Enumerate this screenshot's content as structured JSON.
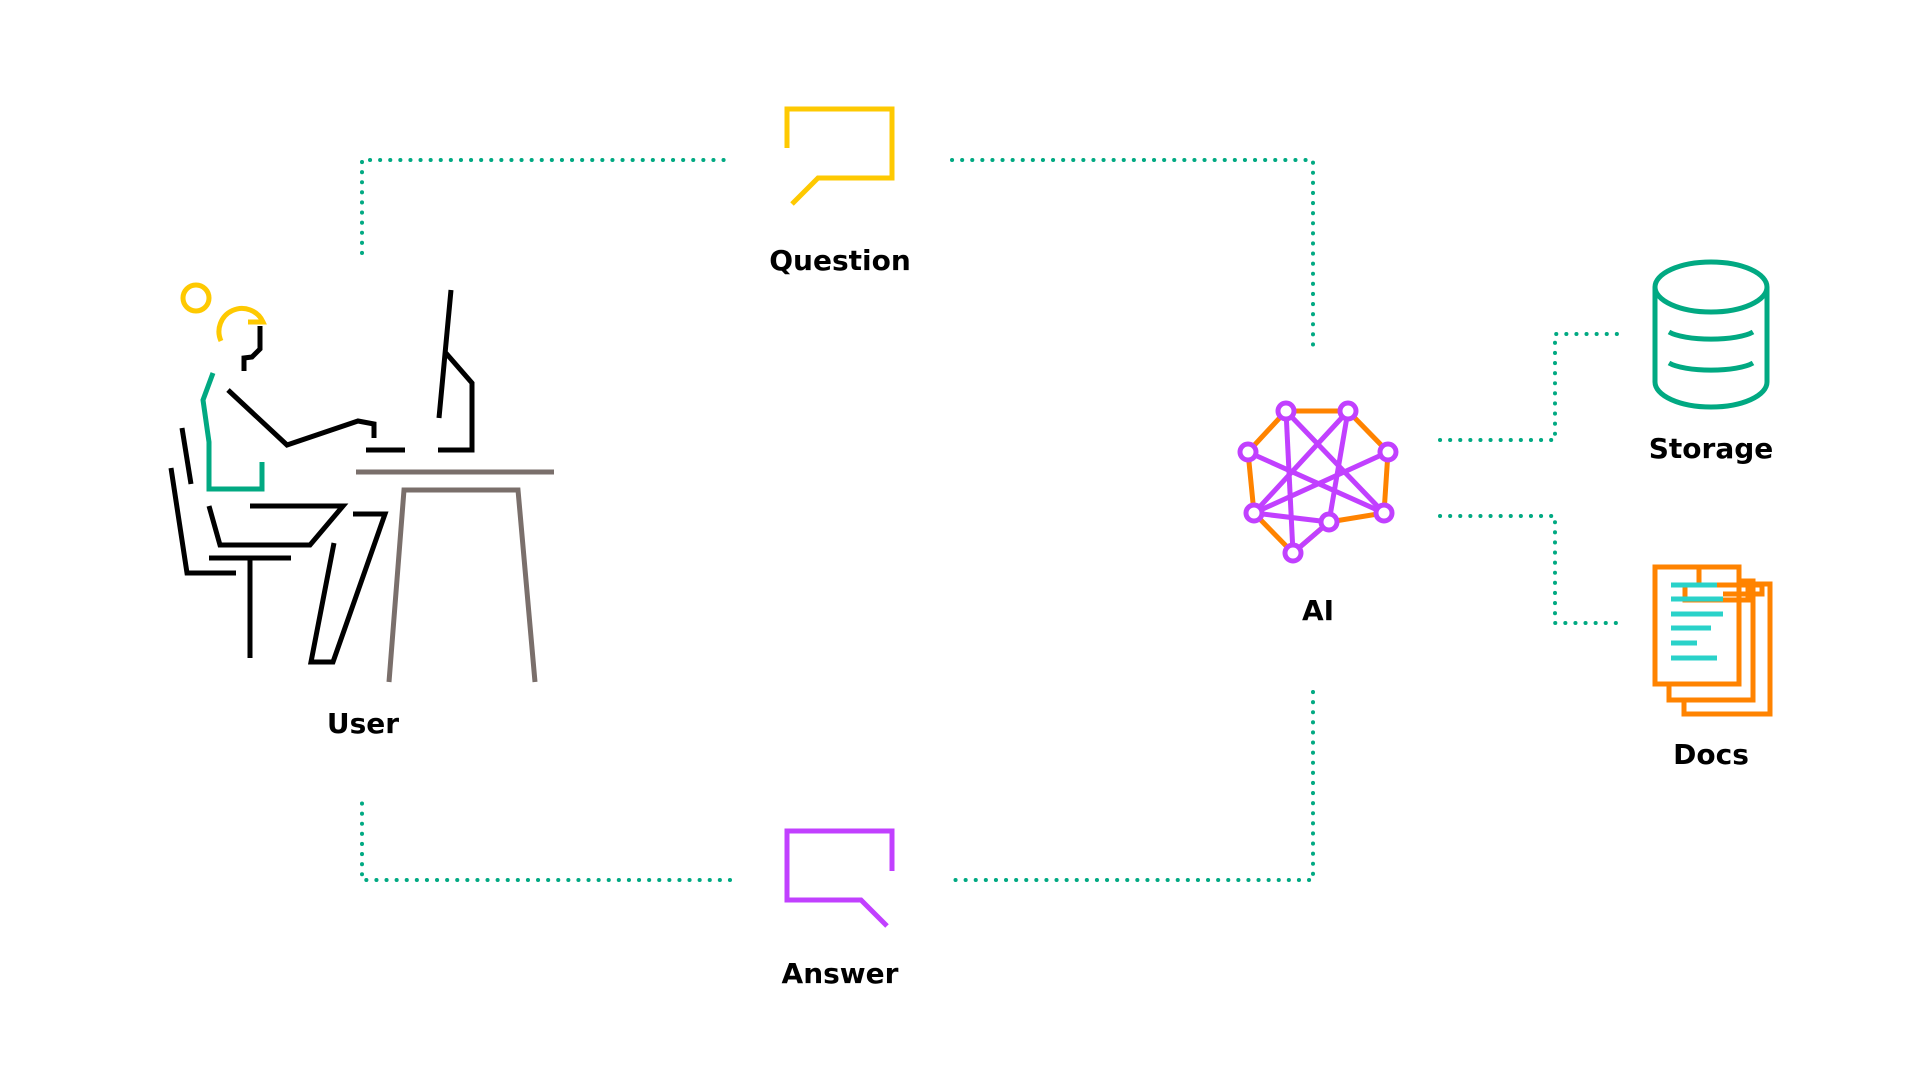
{
  "labels": {
    "user": "User",
    "question": "Question",
    "answer": "Answer",
    "ai": "AI",
    "storage": "Storage",
    "docs": "Docs"
  },
  "colors": {
    "connector": "#01a982",
    "question": "#fec901",
    "answer": "#c140ff",
    "ai_outline": "#ff8300",
    "ai_nodes": "#c140ff",
    "storage": "#01a982",
    "docs_pages": "#ff8300",
    "docs_lines": "#2ad2c9",
    "person_hair": "#fec901",
    "person_torso": "#01a982",
    "desk": "#7a6f6b",
    "ink": "#000000"
  },
  "icons": {
    "user": "person-at-desk-icon",
    "question": "speech-bubble-icon",
    "answer": "speech-bubble-icon",
    "ai": "neural-network-icon",
    "storage": "database-icon",
    "docs": "documents-stack-icon"
  }
}
